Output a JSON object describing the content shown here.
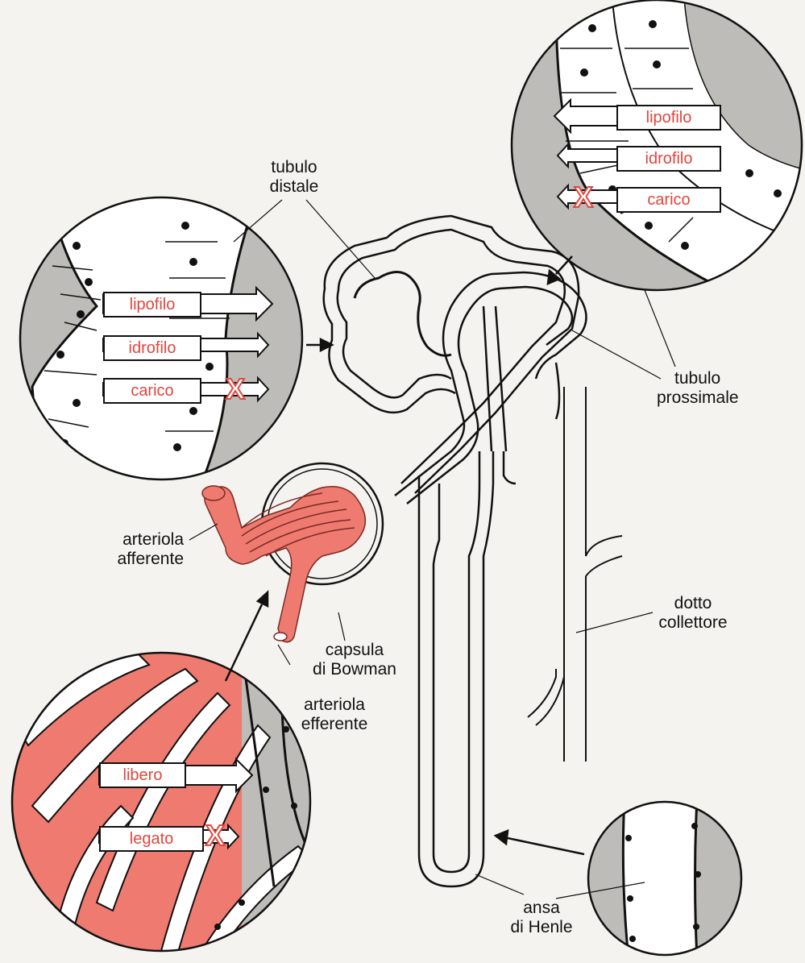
{
  "labels": {
    "tubulo_distale": [
      "tubulo",
      "distale"
    ],
    "tubulo_prossimale": [
      "tubulo",
      "prossimale"
    ],
    "arteriola_afferente": [
      "arteriola",
      "afferente"
    ],
    "capsula_bowman": [
      "capsula",
      "di Bowman"
    ],
    "arteriola_efferente": [
      "arteriola",
      "efferente"
    ],
    "dotto_collettore": [
      "dotto",
      "collettore"
    ],
    "ansa_henle": [
      "ansa",
      "di Henle"
    ]
  },
  "insets": {
    "distal": {
      "tags": [
        "lipofilo",
        "idrofilo",
        "carico"
      ],
      "blocked": "carico"
    },
    "proximal": {
      "tags": [
        "lipofilo",
        "idrofilo",
        "carico"
      ],
      "blocked": "carico"
    },
    "glomerulus": {
      "tags": [
        "libero",
        "legato"
      ],
      "blocked": "legato"
    }
  },
  "block_symbol": "X",
  "colors": {
    "accent": "#e0463d",
    "vessel": "#ee7a70",
    "tissue": "#bdbcb8",
    "outline": "#111111",
    "background": "#f4f3ef"
  }
}
